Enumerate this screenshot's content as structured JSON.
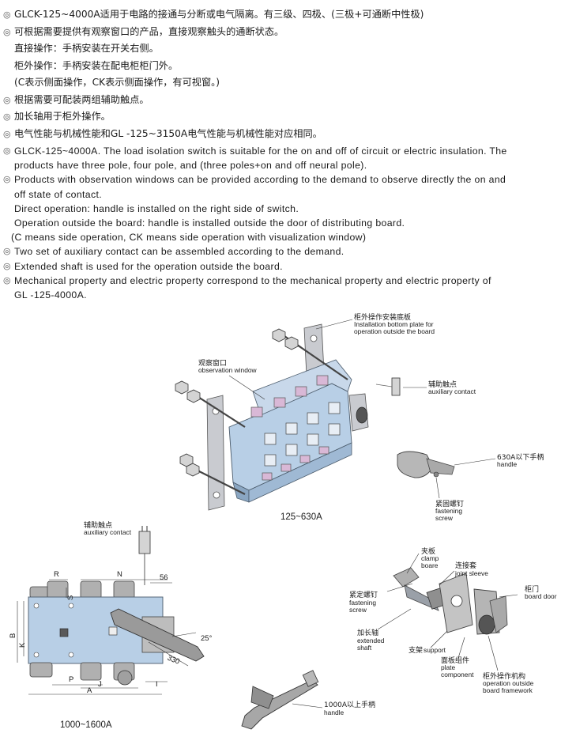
{
  "bullet": "◎",
  "cn": {
    "line1": "GLCK-125~4000A适用于电路的接通与分断或电气隔离。有三级、四极、(三极+可通断中性极)",
    "line2": "可根据需要提供有观察窗口的产品，直接观察触头的通断状态。",
    "line3": "直接操作：手柄安装在开关右侧。",
    "line4": "柜外操作：手柄安装在配电柜柜门外。",
    "line5": "(C表示侧面操作，CK表示侧面操作，有可视窗。)",
    "line6": "根据需要可配装两组辅助触点。",
    "line7": "加长轴用于柜外操作。",
    "line8": "电气性能与机械性能和GL -125~3150A电气性能与机械性能对应相同。"
  },
  "en": {
    "p1a": "GLCK-125~4000A. The load isolation switch is suitable for the on and off of circuit or electric insulation. The",
    "p1b": "products have three pole, four pole, and (three poles+on and off neural pole).",
    "p2a": "Products with observation windows can be provided according to the demand to observe directly the on and",
    "p2b": "off state of contact.",
    "p3": "Direct operation: handle is installed on the right side of switch.",
    "p4": "Operation outside the board: handle is installed outside the door of distributing board.",
    "p5": "(C means side operation, CK means side operation with visualization window)",
    "p6": "Two set of auxiliary contact can be assembled according to the demand.",
    "p7": "Extended shaft is used for the operation outside the board.",
    "p8a": "Mechanical property and electric property correspond to the mechanical property and electric property of",
    "p8b": "GL -125-4000A."
  },
  "fig1": {
    "plate_cn": "柜外操作安装底板",
    "plate_en1": "Installation bottom plate for",
    "plate_en2": "operation outside the board",
    "window_cn": "观察窗口",
    "window_en": "observation window",
    "aux_cn": "辅助触点",
    "aux_en": "auxiliary contact",
    "handle_cn": "630A以下手柄",
    "handle_en": "handle",
    "screw_cn": "紧固螺钉",
    "screw_en1": "fastening",
    "screw_en2": "screw",
    "caption": "125~630A"
  },
  "fig2": {
    "aux_cn": "辅助触点",
    "aux_en": "auxiliary contact",
    "dims": {
      "R": "R",
      "N": "N",
      "d56": "56",
      "S": "S",
      "B": "B",
      "K": "K",
      "angle": "25°",
      "d330": "330",
      "P": "P",
      "J": "J",
      "I": "I",
      "A": "A"
    },
    "caption": "1000~1600A"
  },
  "fig3": {
    "clamp_cn": "夹板",
    "clamp_en1": "clamp",
    "clamp_en2": "boare",
    "sleeve_cn": "连接套",
    "sleeve_en": "joint sleeve",
    "screw_cn": "紧定螺钉",
    "screw_en1": "fastening",
    "screw_en2": "screw",
    "door_cn": "柜门",
    "door_en": "board door",
    "shaft_cn": "加长轴",
    "shaft_en1": "extended",
    "shaft_en2": "shaft",
    "support_cn": "支架",
    "support_en": "support",
    "plate_cn": "面板组件",
    "plate_en1": "plate",
    "plate_en2": "component",
    "mech_cn": "柜外操作机构",
    "mech_en1": "operation outside",
    "mech_en2": "board framework"
  },
  "fig4": {
    "handle_cn": "1000A以上手柄",
    "handle_en": "handle"
  }
}
